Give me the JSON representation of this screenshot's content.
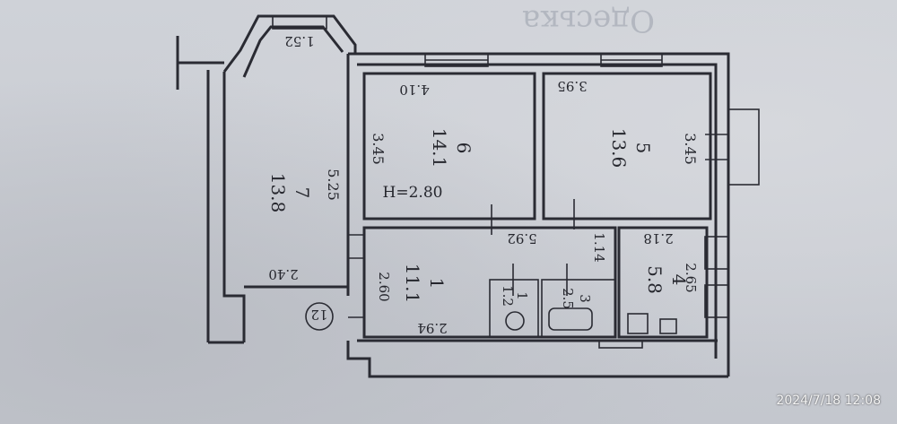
{
  "timestamp": "2024/7/18 12:08",
  "background_text": [
    "Одеська"
  ],
  "rooms": [
    {
      "number": "7",
      "area": "13.8"
    },
    {
      "number": "6",
      "area": "14.1"
    },
    {
      "number": "5",
      "area": "13.6"
    },
    {
      "number": "1",
      "area": "11.1"
    },
    {
      "number": "4",
      "area": "5.8"
    },
    {
      "number": "1",
      "area": "1.2"
    },
    {
      "number": "3",
      "area": "2.5"
    }
  ],
  "dimensions": [
    "1.52",
    "5.25",
    "2.40",
    "4.10",
    "3.45",
    "H=2.80",
    "3.95",
    "3.45",
    "5.92",
    "1.14",
    "2.18",
    "2.65",
    "2.60",
    "2.94"
  ],
  "entrance_label": "12"
}
